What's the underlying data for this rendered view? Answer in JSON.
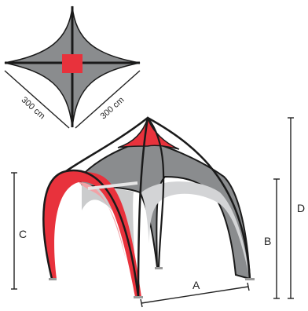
{
  "colors": {
    "canopy": "#8a8c8e",
    "canopy_light": "#c8c9cb",
    "accent": "#e8323c",
    "frame": "#1a1a1a",
    "foot": "#9a9a9a"
  },
  "top_view": {
    "side_a": "300 cm",
    "side_b": "300 cm"
  },
  "dimensions": {
    "A": "A",
    "B": "B",
    "C": "C",
    "D": "D"
  }
}
